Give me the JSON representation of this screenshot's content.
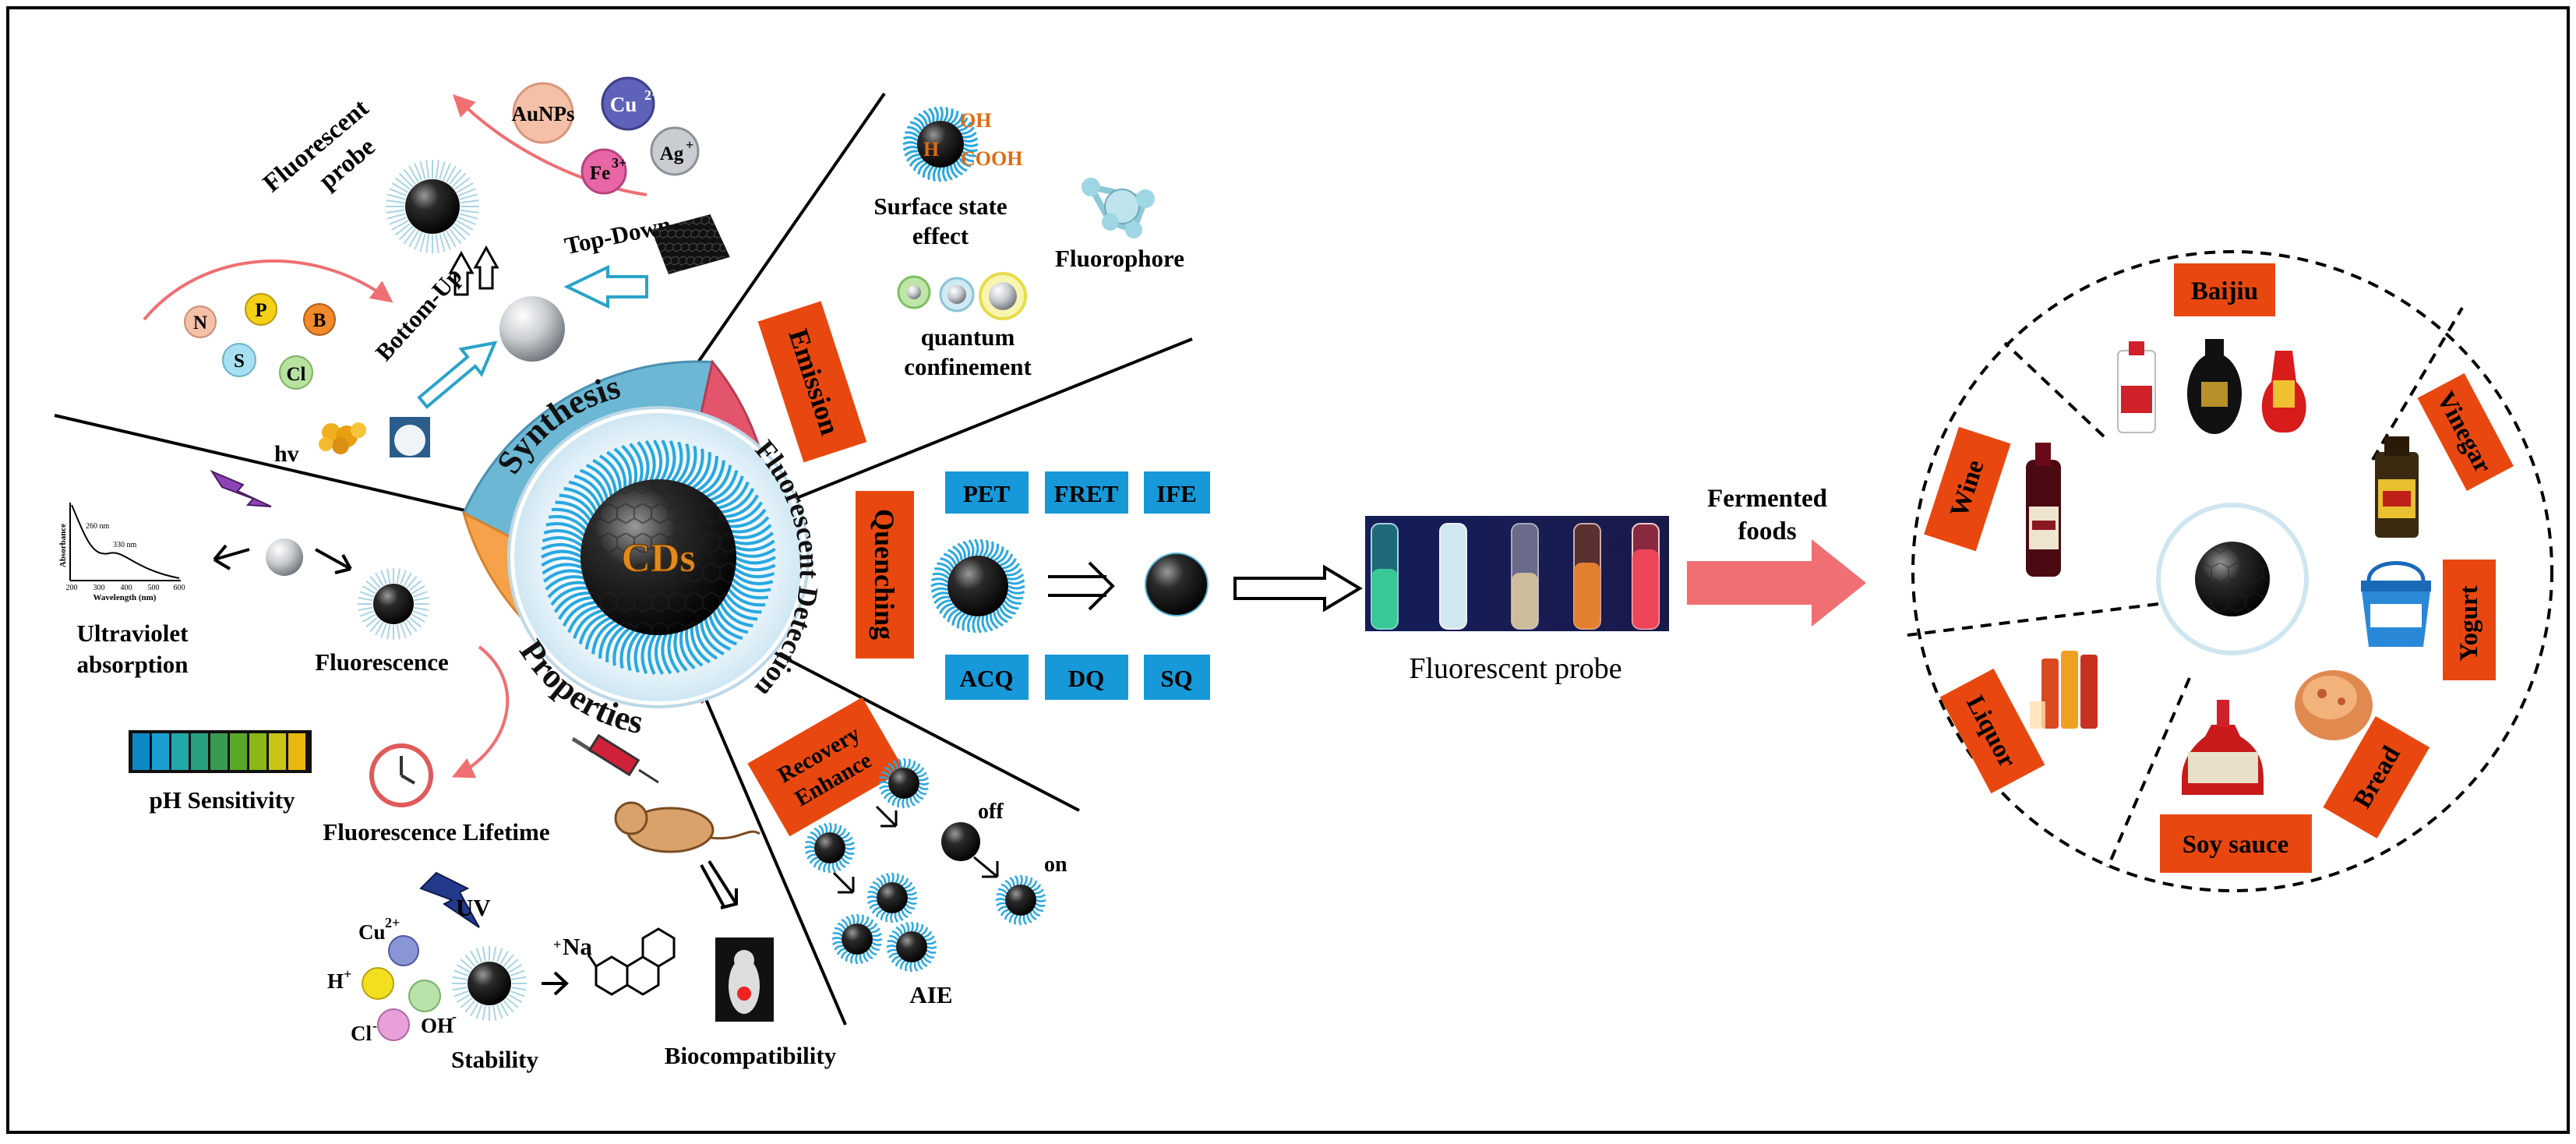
{
  "colors": {
    "synthesis_segment": "#6bb7d4",
    "properties_segment": "#f5a24a",
    "detection_segment": "#e2556c",
    "orange_label_bg": "#e8480f",
    "blue_label_bg": "#1798d8",
    "arrow_pink": "#ef6f72",
    "cyan_arrow": "#2aa3c8",
    "dot_ring": "#29a8e0"
  },
  "center": {
    "core_label": "CDs",
    "synthesis": "Synthesis",
    "properties": "Properties",
    "fluorescent_detection": "Fluorescent Detection"
  },
  "synthesis": {
    "fluorescent_probe": [
      "Fluorescent",
      "probe"
    ],
    "aunps": "AuNPs",
    "cu": "Cu",
    "cu_charge": "2+",
    "fe": "Fe",
    "fe_charge": "3+",
    "ag": "Ag",
    "ag_charge": "+",
    "top_down": "Top-Down",
    "bottom_up": "Bottom-Up",
    "dopants": [
      "N",
      "P",
      "B",
      "S",
      "Cl"
    ]
  },
  "properties": {
    "hv": "hv",
    "uv_absorption": [
      "Ultraviolet",
      "absorption"
    ],
    "spectrum_ylabel": "Absorbance",
    "spectrum_xlabel": "Wavelength (nm)",
    "spectrum_ticks": [
      "200",
      "300",
      "400",
      "500",
      "600"
    ],
    "peak1": "260 nm",
    "peak2": "330 nm",
    "fluorescence": "Fluorescence",
    "ph_sensitivity": "pH Sensitivity",
    "fluorescence_lifetime": "Fluorescence  Lifetime",
    "uv": "UV",
    "cu": "Cu",
    "cu_charge": "2+",
    "h": "H",
    "h_charge": "+",
    "oh": "OH",
    "oh_charge": "-",
    "cl": "Cl",
    "cl_charge": "-",
    "na": "Na",
    "na_charge": "+",
    "stability": "Stability",
    "biocompatibility": "Biocompatibility"
  },
  "detection": {
    "emission": "Emission",
    "surface_state": [
      "Surface state",
      "effect"
    ],
    "oh": "OH",
    "h": "H",
    "cooh": "COOH",
    "fluorophore": "Fluorophore",
    "quantum": [
      "quantum",
      "confinement"
    ],
    "quenching": "Quenching",
    "mech_top": [
      "PET",
      "FRET",
      "IFE"
    ],
    "mech_bottom": [
      "ACQ",
      "DQ",
      "SQ"
    ],
    "recovery": [
      "Recovery",
      "Enhance"
    ],
    "off": "off",
    "on": "on",
    "aie": "AIE"
  },
  "probe": {
    "caption": "Fluorescent probe"
  },
  "foods": {
    "title": [
      "Fermented",
      "foods"
    ],
    "baijiu": "Baijiu",
    "vinegar": "Vinegar",
    "yogurt": "Yogurt",
    "bread": "Bread",
    "soy_sauce": "Soy sauce",
    "liquor": "Liquor",
    "wine": "Wine"
  }
}
